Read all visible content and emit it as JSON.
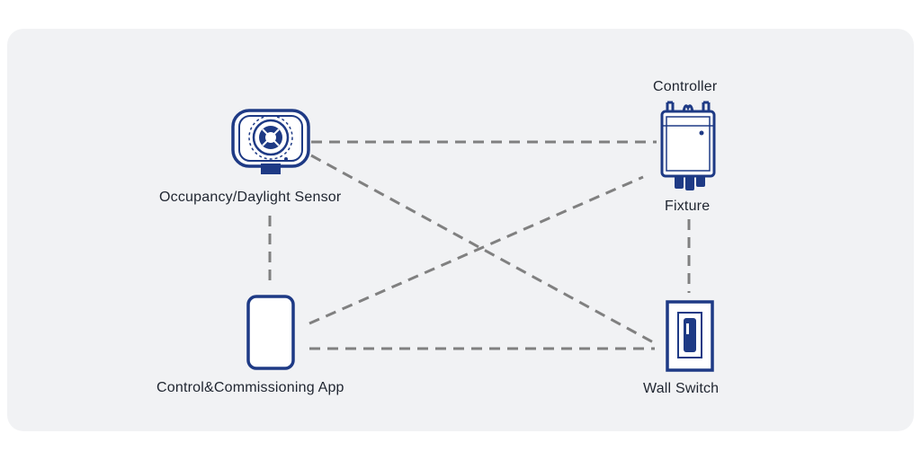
{
  "diagram": {
    "colors": {
      "background": "#f1f2f4",
      "device_stroke": "#1e3a85",
      "link_dash": "#808080",
      "text": "#1f2530"
    },
    "labels": {
      "sensor": "Occupancy/Daylight Sensor",
      "controller": "Controller",
      "fixture": "Fixture",
      "app": "Control&Commissioning App",
      "wall_switch": "Wall Switch"
    },
    "devices": {
      "sensor": {
        "icon": "occupancy-sensor-icon"
      },
      "controller": {
        "icon": "controller-box-icon"
      },
      "app": {
        "icon": "phone-icon"
      },
      "wall_switch": {
        "icon": "wall-switch-icon"
      }
    },
    "links": [
      {
        "from": "sensor",
        "to": "controller",
        "style": "dashed"
      },
      {
        "from": "sensor",
        "to": "wall_switch",
        "style": "dashed"
      },
      {
        "from": "sensor",
        "to": "app",
        "style": "dashed"
      },
      {
        "from": "app",
        "to": "controller",
        "style": "dashed"
      },
      {
        "from": "app",
        "to": "wall_switch",
        "style": "dashed"
      },
      {
        "from": "fixture",
        "to": "wall_switch",
        "style": "dashed"
      }
    ]
  }
}
